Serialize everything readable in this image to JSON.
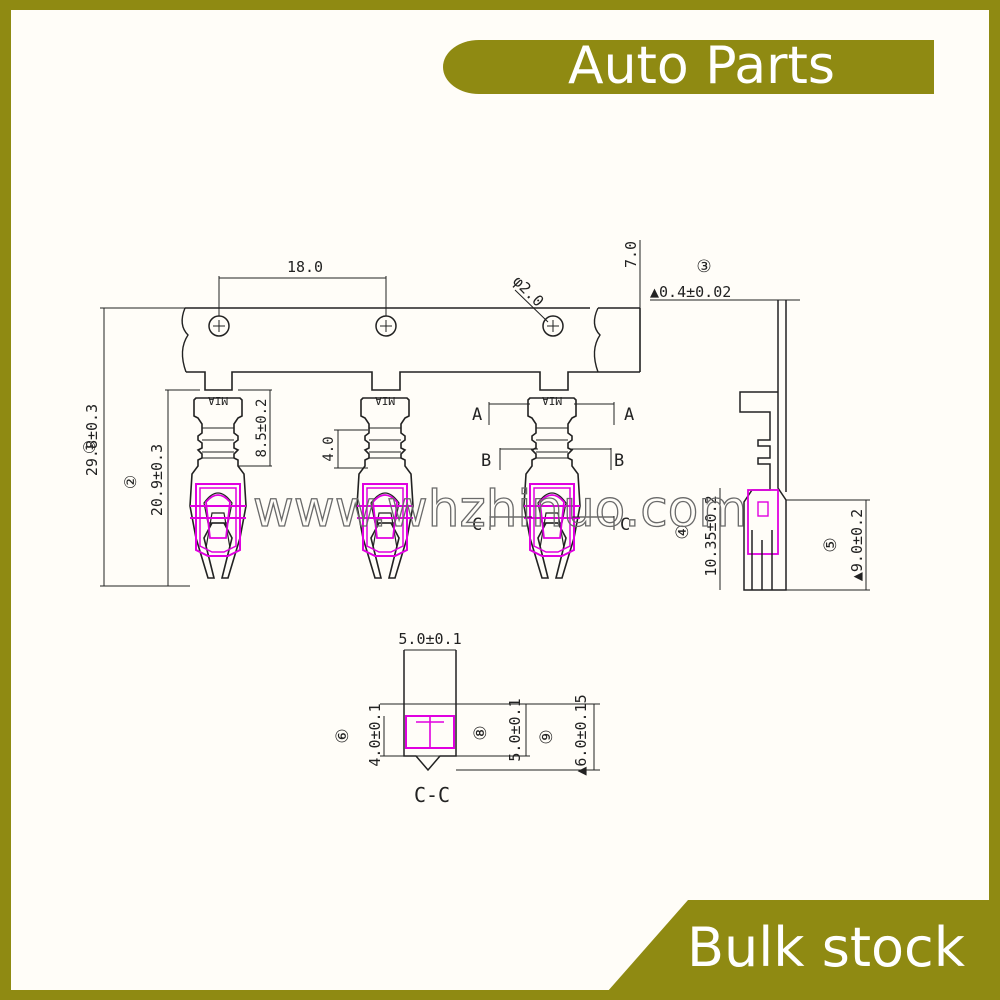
{
  "banner_top": {
    "text": "Auto Parts",
    "bg": "#8f8a12"
  },
  "banner_bottom": {
    "text": "Bulk stock",
    "bg": "#8f8a12"
  },
  "watermark": "www.whzhinuo.com",
  "highlight_color": "#e000e0",
  "terminal_marking": "MIA",
  "dims": {
    "pitch": "18.0",
    "carrier_width": "7.0",
    "hole": "φ2.0",
    "thickness_no": "③",
    "thickness": "▲0.4±0.02",
    "total_len_no": "①",
    "total_len": "29.8±0.3",
    "term_len_no": "②",
    "term_len": "20.9±0.3",
    "crimp_len": "8.5±0.2",
    "neck_len": "4.0",
    "side_h_no": "④",
    "side_h": "10.35±0.2",
    "side_box_no": "⑤",
    "side_box": "▲9.0±0.2",
    "cc_width": "5.0±0.1",
    "cc_h1_no": "⑥",
    "cc_h1": "4.0±0.1",
    "cc_h2_no": "⑧",
    "cc_h2": "5.0±0.1",
    "cc_h3_no": "⑨",
    "cc_h3": "▲6.0±0.15"
  },
  "sections": {
    "a": "A",
    "b": "B",
    "c": "C",
    "cc_label": "C-C"
  }
}
